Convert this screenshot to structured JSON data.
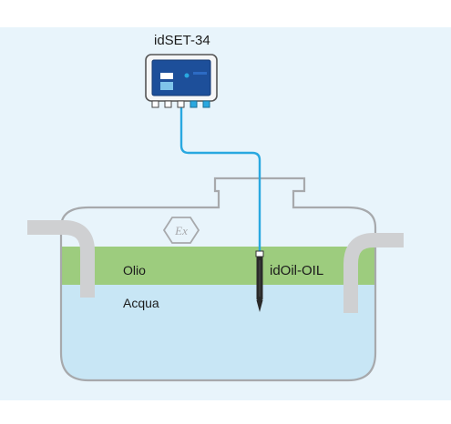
{
  "labels": {
    "device": "idSET-34",
    "sensor": "idOil-OIL",
    "oil_layer": "Olio",
    "water_layer": "Acqua"
  },
  "icons": {
    "hazard": "atex-ex-icon"
  },
  "colors": {
    "background": "#e8f4fb",
    "tank_outline": "#a7a9ac",
    "oil": "#9dcc7e",
    "water": "#c8e6f5",
    "pipe": "#cfd0d2",
    "cable": "#29a8e0",
    "device_screen": "#1d4f9a",
    "device_accent": "#29a8e0"
  },
  "levels": {
    "oil_layer_fraction": 0.28,
    "water_layer_fraction": 0.72
  }
}
